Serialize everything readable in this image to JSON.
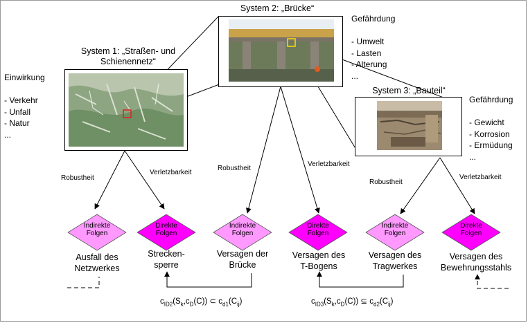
{
  "systems": {
    "s1": {
      "title": "System 1: „Straßen- und\nSchienennetz“"
    },
    "s2": {
      "title": "System 2: „Brücke“"
    },
    "s3": {
      "title": "System 3: „Bauteil“"
    }
  },
  "einwirkung": {
    "heading": "Einwirkung",
    "items": "- Verkehr\n- Unfall\n- Natur\n..."
  },
  "gefaehrdung_bridge": {
    "heading": "Gefährdung",
    "items": "- Umwelt\n- Lasten\n- Alterung\n..."
  },
  "gefaehrdung_component": {
    "heading": "Gefährdung",
    "items": "- Gewicht\n- Korrosion\n- Ermüdung\n..."
  },
  "edges": {
    "robust": "Robustheit",
    "verletz": "Verletzbarkeit"
  },
  "diamonds": {
    "indirect": "Indirekte\nFolgen",
    "direct": "Direkte\nFolgen"
  },
  "outcomes": [
    "Ausfall des\nNetzwerkes",
    "Strecken-\nsperre",
    "Versagen der\nBrücke",
    "Versagen des\nT-Bogens",
    "Versagen des\nTragwerkes",
    "Versagen des\nBewehrungsstahls"
  ],
  "formulas": {
    "f1": {
      "c": "c",
      "s1": "ID2",
      "a": "(S",
      "s2": "k",
      "b": ",c",
      "s3": "D",
      "c2": "(C)) ⊂ c",
      "s4": "d1",
      "d": "(C",
      "s5": "ij",
      "e": ")"
    },
    "f2": {
      "c": "c",
      "s1": "ID3",
      "a": "(S",
      "s2": "k",
      "b": ",c",
      "s3": "D",
      "c2": "(C)) ⊆ c",
      "s4": "d2",
      "d": "(C",
      "s5": "ij",
      "e": ")"
    }
  },
  "colors": {
    "indirect": "#ff99ff",
    "direct": "#ff00ff",
    "map_green": "#6f8f64",
    "marker": "#e02020"
  },
  "images": {
    "map": "terrain map of Austria",
    "bridge": "highway bridge photo",
    "component": "concrete component photo"
  }
}
